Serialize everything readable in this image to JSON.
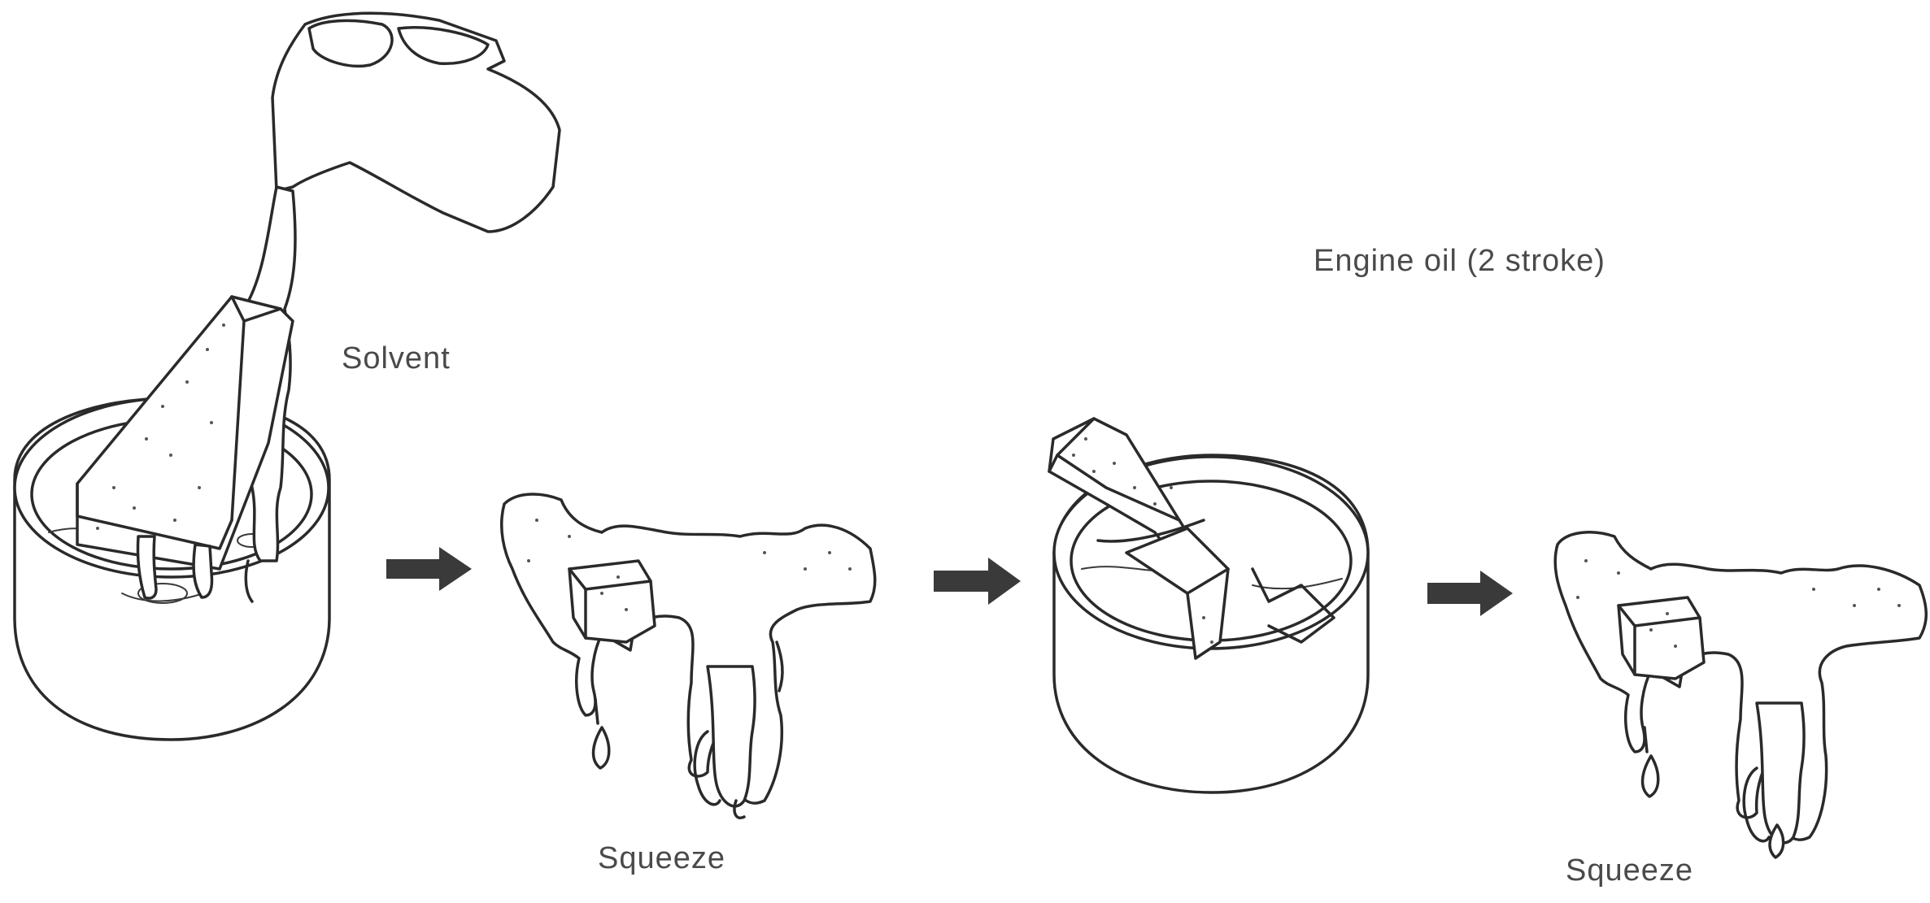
{
  "labels": {
    "solvent": "Solvent",
    "engine_oil": "Engine oil (2 stroke)",
    "squeeze_1": "Squeeze",
    "squeeze_2": "Squeeze"
  },
  "colors": {
    "ink": "#2a2a2a",
    "text": "#4a4a4a",
    "arrow": "#3a3a3a",
    "background": "#ffffff"
  },
  "steps": [
    {
      "icon": "solvent-pour-icon"
    },
    {
      "icon": "arrow-right-icon"
    },
    {
      "icon": "squeeze-filter-icon"
    },
    {
      "icon": "arrow-right-icon"
    },
    {
      "icon": "oil-bowl-icon"
    },
    {
      "icon": "arrow-right-icon"
    },
    {
      "icon": "squeeze-filter-icon"
    }
  ]
}
